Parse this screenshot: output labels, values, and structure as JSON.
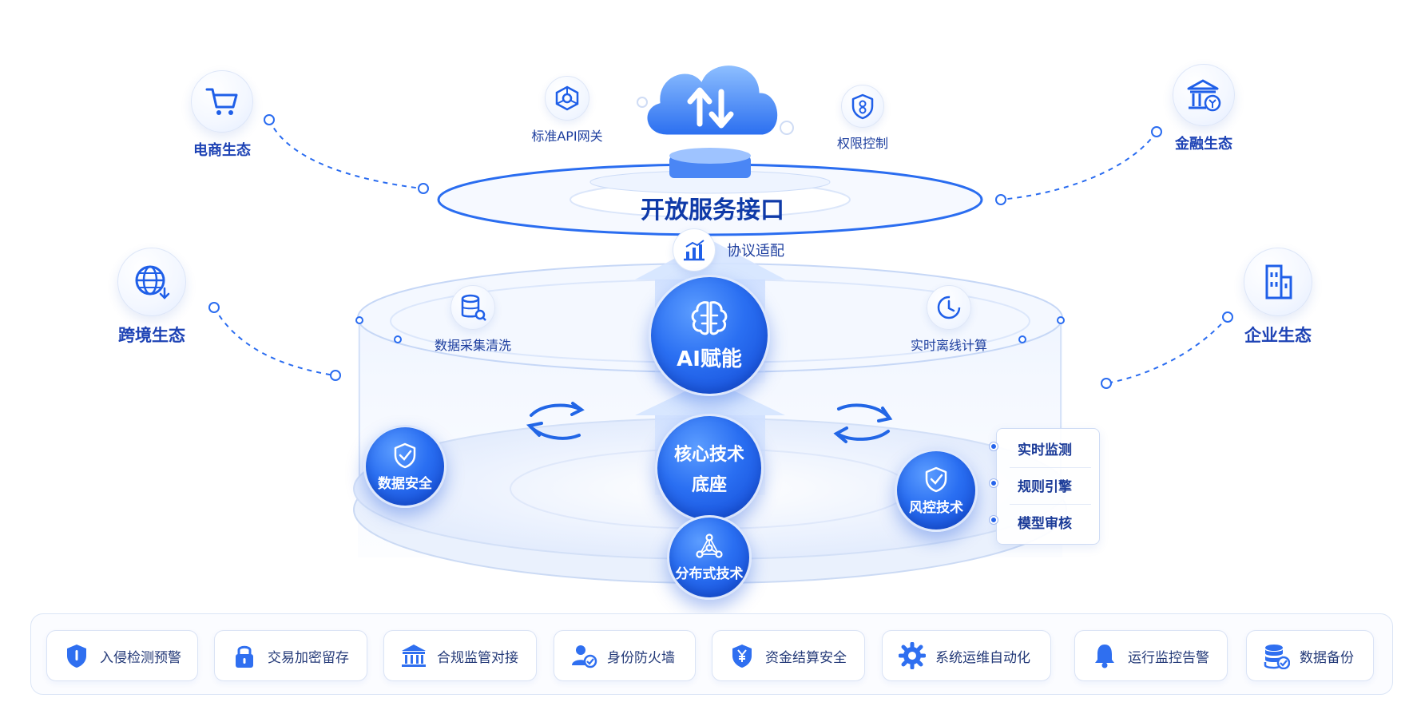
{
  "ecosystems": [
    {
      "id": "ecommerce",
      "label": "电商生态",
      "icon": "cart-icon"
    },
    {
      "id": "crossborder",
      "label": "跨境生态",
      "icon": "globe-icon"
    },
    {
      "id": "finance",
      "label": "金融生态",
      "icon": "bank-icon"
    },
    {
      "id": "enterprise",
      "label": "企业生态",
      "icon": "building-icon"
    }
  ],
  "top_services": [
    {
      "id": "api",
      "label": "标准API网关",
      "icon": "api-network-icon"
    },
    {
      "id": "auth",
      "label": "权限控制",
      "icon": "shield-lock-icon"
    }
  ],
  "cloud": {
    "icon": "cloud-sync-icon"
  },
  "open_interface": {
    "title": "开放服务接口"
  },
  "protocol": {
    "label": "协议适配",
    "icon": "chart-icon"
  },
  "middle_layer": {
    "left": {
      "label": "数据采集清洗",
      "icon": "database-search-icon"
    },
    "right": {
      "label": "实时离线计算",
      "icon": "clock-icon"
    },
    "center": {
      "label": "AI赋能",
      "icon": "brain-icon"
    }
  },
  "base_layer": {
    "center": {
      "line1": "核心技术",
      "line2": "底座"
    },
    "left": {
      "label": "数据安全",
      "icon": "shield-check-icon"
    },
    "right": {
      "label": "风控技术",
      "icon": "shield-check-icon"
    },
    "bottom": {
      "label": "分布式技术",
      "icon": "network-nodes-icon"
    },
    "risk_items": [
      "实时监测",
      "规则引擎",
      "模型审核"
    ]
  },
  "bottom_features": [
    {
      "label": "入侵检测预警",
      "icon": "shield-alert-icon"
    },
    {
      "label": "交易加密留存",
      "icon": "lock-icon"
    },
    {
      "label": "合规监管对接",
      "icon": "institution-icon"
    },
    {
      "label": "身份防火墙",
      "icon": "user-verify-icon"
    },
    {
      "label": "资金结算安全",
      "icon": "yuan-shield-icon"
    },
    {
      "label": "系统运维自动化",
      "icon": "gear-icon"
    },
    {
      "label": "运行监控告警",
      "icon": "bell-icon"
    },
    {
      "label": "数据备份",
      "icon": "database-backup-icon"
    }
  ],
  "colors": {
    "primary": "#1f5fe8",
    "deep": "#1043c9",
    "label": "#1e43b5",
    "light": "#eaf1ff"
  }
}
